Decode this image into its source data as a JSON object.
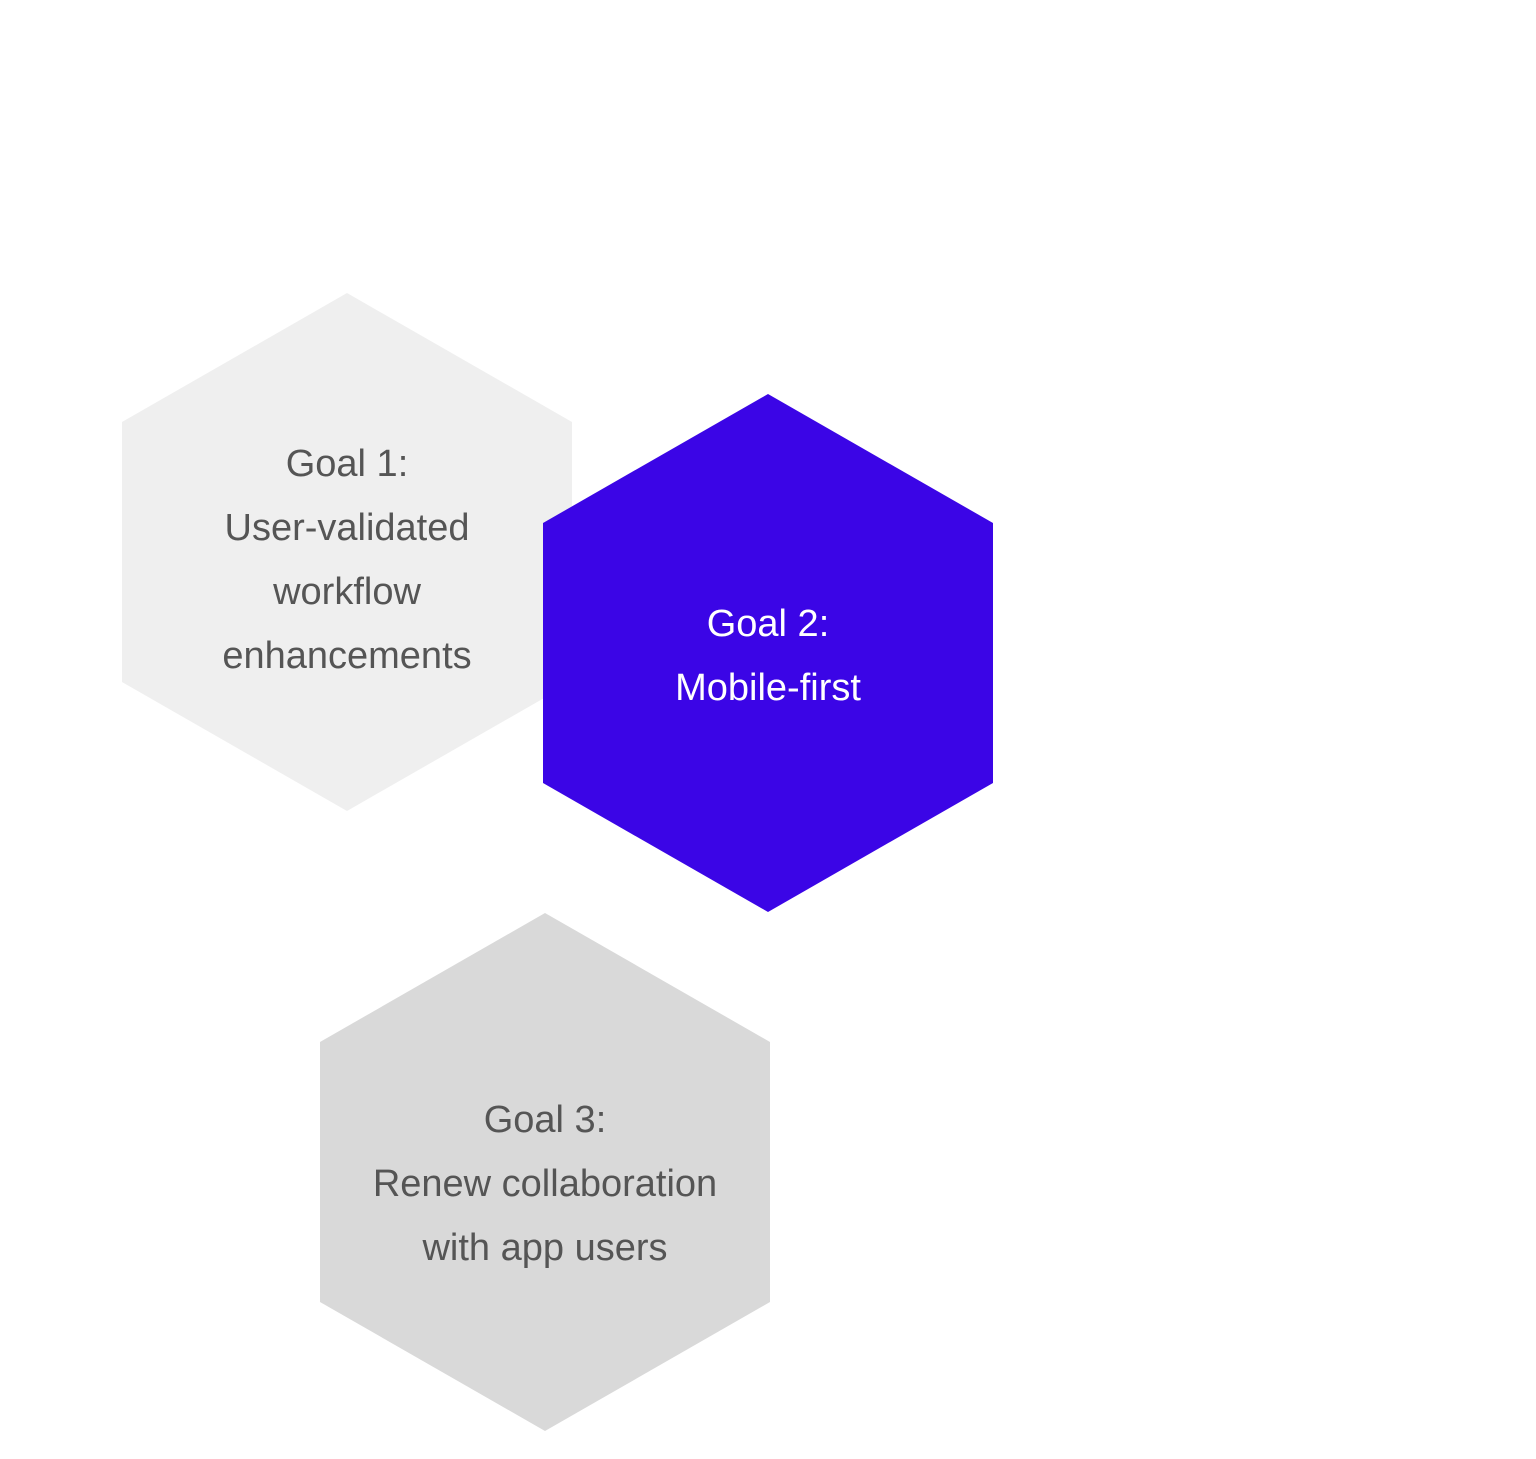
{
  "goals": [
    {
      "lines": [
        "Goal 1:",
        "User-validated",
        "workflow",
        "enhancements"
      ],
      "fill": "#efefef",
      "text_color": "#555555"
    },
    {
      "lines": [
        "Goal 2:",
        "Mobile-first"
      ],
      "fill": "#3700e6",
      "text_color": "#ffffff"
    },
    {
      "lines": [
        "Goal 3:",
        "Renew collaboration",
        "with app users"
      ],
      "fill": "#d9d9d9",
      "text_color": "#555555"
    }
  ]
}
